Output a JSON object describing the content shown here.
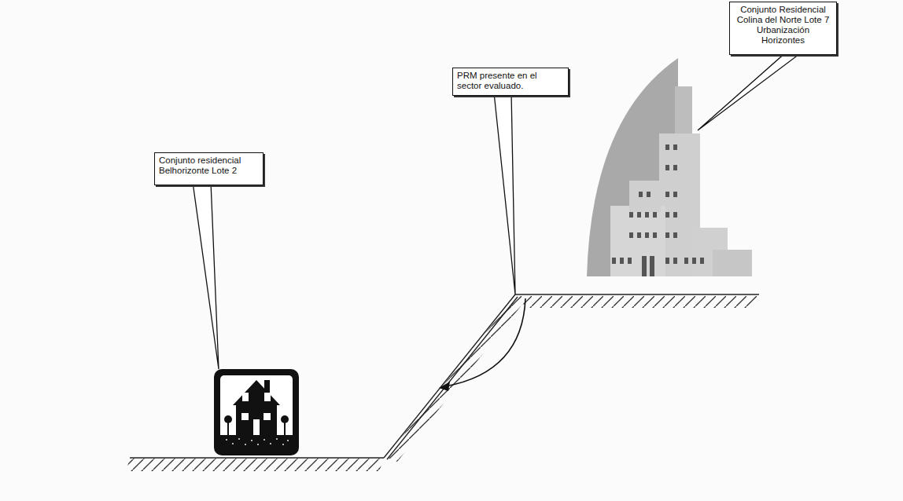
{
  "diagram": {
    "nodes": [
      {
        "text": [
          "Conjunto Residencial Colina del Norte Lote 7 Urbanización Horizontes"
        ]
      },
      {
        "text": [
          "PRM presente en el sector evaluado."
        ]
      },
      {
        "text": [
          "Conjunto residencial Belhorizonte Lote 2"
        ]
      }
    ]
  }
}
